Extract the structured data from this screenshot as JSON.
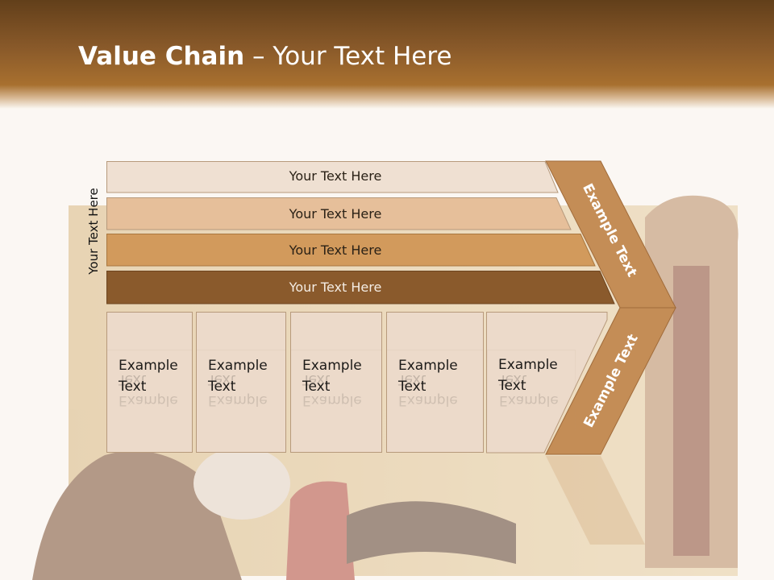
{
  "header": {
    "title_bold": "Value Chain",
    "title_rest": " – Your Text Here"
  },
  "side_label": "Your Text Here",
  "bands": [
    {
      "label": "Your Text Here",
      "color": "#efe0d2"
    },
    {
      "label": "Your Text Here",
      "color": "#e6bf9a"
    },
    {
      "label": "Your Text Here",
      "color": "#d29a5c"
    },
    {
      "label": "Your Text Here",
      "color": "#8a5a2c"
    }
  ],
  "boxes": [
    {
      "line1": "Example",
      "line2": "Text"
    },
    {
      "line1": "Example",
      "line2": "Text"
    },
    {
      "line1": "Example",
      "line2": "Text"
    },
    {
      "line1": "Example",
      "line2": "Text"
    },
    {
      "line1": "Example",
      "line2": "Text"
    }
  ],
  "chevron": {
    "upper_label": "Example Text",
    "lower_label": "Example Text",
    "color": "#c48d56"
  },
  "colors": {
    "header_dark": "#623f1a",
    "header_light": "#a8702f",
    "background": "#fbf7f3"
  }
}
